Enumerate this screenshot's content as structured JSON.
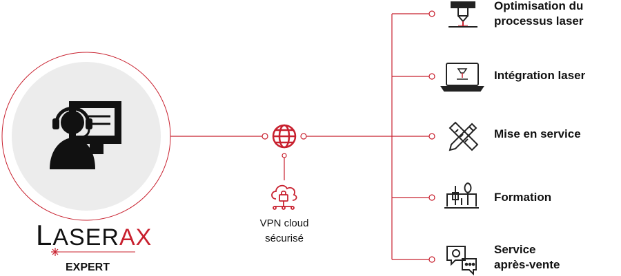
{
  "brand": {
    "lead_letter": "L",
    "text": "ASER",
    "accent": "AX",
    "sub": "EXPERT",
    "accent_color": "#c8202e"
  },
  "hub": {
    "icon": "globe-icon",
    "vpn_icon": "cloud-lock-icon",
    "label_line1": "VPN cloud",
    "label_line2": "sécurisé"
  },
  "expert_icon": "support-agent-icon",
  "services": [
    {
      "icon": "laser-head-icon",
      "lines": [
        "Optimisation du",
        "processus laser"
      ]
    },
    {
      "icon": "laptop-laser-icon",
      "lines": [
        "Intégration laser"
      ]
    },
    {
      "icon": "ruler-pencil-icon",
      "lines": [
        "Mise en service"
      ]
    },
    {
      "icon": "tools-icon",
      "lines": [
        "Formation"
      ]
    },
    {
      "icon": "chat-gear-icon",
      "lines": [
        "Service",
        "après-vente"
      ]
    }
  ],
  "colors": {
    "accent": "#c8202e",
    "ink": "#111111",
    "circle_fill": "#ececec"
  }
}
